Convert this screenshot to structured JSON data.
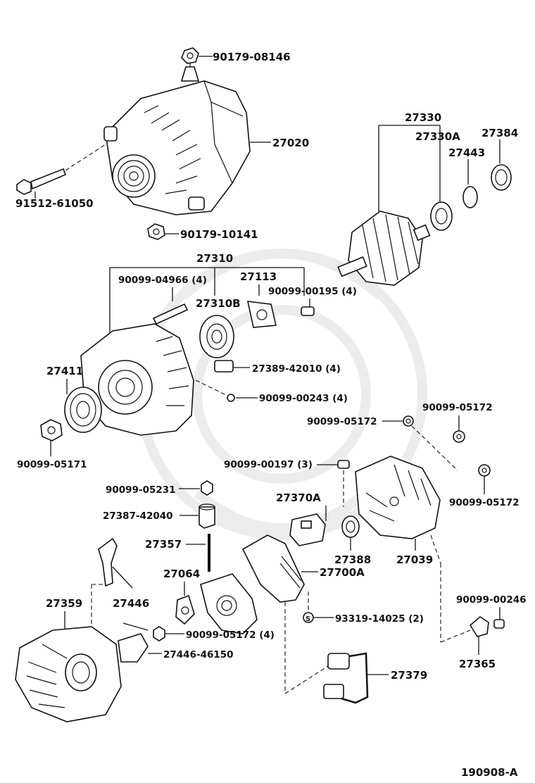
{
  "diagram_id": "190908-A",
  "labels": {
    "p90179_08146": "90179-08146",
    "p27020": "27020",
    "p91512_61050": "91512-61050",
    "p90179_10141": "90179-10141",
    "p27330": "27330",
    "p27330A": "27330A",
    "p27384": "27384",
    "p27443": "27443",
    "p27310": "27310",
    "p90099_04966": "90099-04966 (4)",
    "p27113": "27113",
    "p90099_00195": "90099-00195 (4)",
    "p27310B": "27310B",
    "p27411": "27411",
    "p27389_42010": "27389-42010 (4)",
    "p90099_00243": "90099-00243 (4)",
    "p90099_05171": "90099-05171",
    "p90099_05172_a": "90099-05172",
    "p90099_05172_b": "90099-05172",
    "p90099_05172_c": "90099-05172",
    "p90099_00197": "90099-00197 (3)",
    "p90099_05231": "90099-05231",
    "p27370A": "27370A",
    "p27387_42040": "27387-42040",
    "p27357": "27357",
    "p27388": "27388",
    "p27039": "27039",
    "p27064": "27064",
    "p27700A": "27700A",
    "p27359": "27359",
    "p27446": "27446",
    "p90099_00246": "90099-00246",
    "p93319_14025": "93319-14025 (2)",
    "p90099_05172_4": "90099-05172 (4)",
    "p27365": "27365",
    "p27446_46150": "27446-46150",
    "p27379": "27379"
  }
}
